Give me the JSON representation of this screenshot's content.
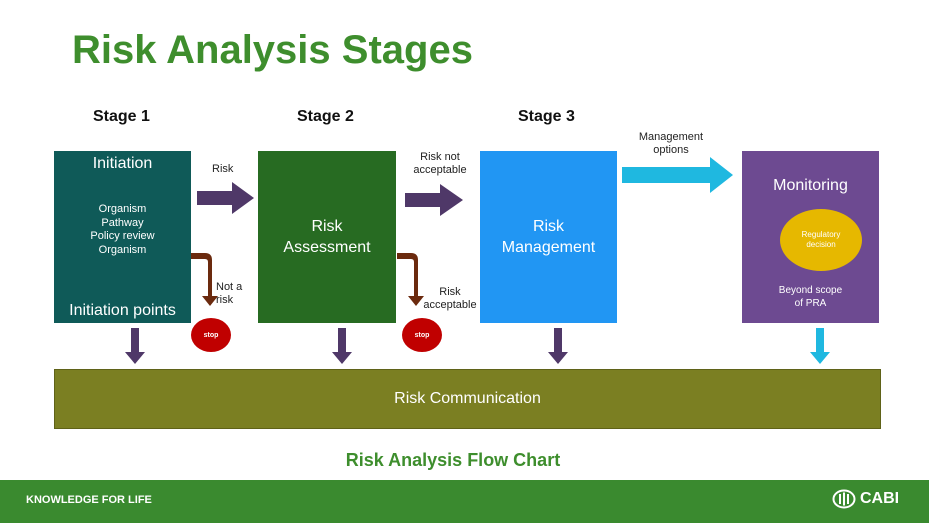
{
  "title": "Risk Analysis Stages",
  "stages": [
    "Stage 1",
    "Stage 2",
    "Stage 3"
  ],
  "initiation": {
    "heading": "Initiation",
    "items": [
      "Organism",
      "Pathway",
      "Policy review",
      "Organism"
    ],
    "footer": "Initiation points"
  },
  "assessment": {
    "label_line1": "Risk",
    "label_line2": "Assessment"
  },
  "management": {
    "label_line1": "Risk",
    "label_line2": "Management"
  },
  "monitoring": {
    "heading": "Monitoring",
    "decision_line1": "Regulatory",
    "decision_line2": "decision",
    "scope_line1": "Beyond scope",
    "scope_line2": "of PRA"
  },
  "arrow_labels": {
    "risk": "Risk",
    "not_risk_line1": "Not a",
    "not_risk_line2": "risk",
    "risk_not_acceptable_line1": "Risk not",
    "risk_not_acceptable_line2": "acceptable",
    "risk_acceptable_line1": "Risk",
    "risk_acceptable_line2": "acceptable",
    "management_options_line1": "Management",
    "management_options_line2": "options"
  },
  "stop_label": "stop",
  "communication": "Risk Communication",
  "caption": "Risk Analysis Flow Chart",
  "footer": {
    "tagline": "KNOWLEDGE FOR LIFE",
    "logo_text": "CABI"
  },
  "colors": {
    "title": "#3e8e2d",
    "initiation": "#0f5a58",
    "assessment": "#276b22",
    "management": "#2196f3",
    "monitoring": "#6d4a91",
    "decision": "#e6b800",
    "communication": "#7b7f22",
    "arrow_purple": "#4f3868",
    "arrow_brown": "#6b2a0e",
    "arrow_cyan": "#1fb8e0",
    "stop": "#c00000",
    "footer": "#3a8a2f"
  }
}
